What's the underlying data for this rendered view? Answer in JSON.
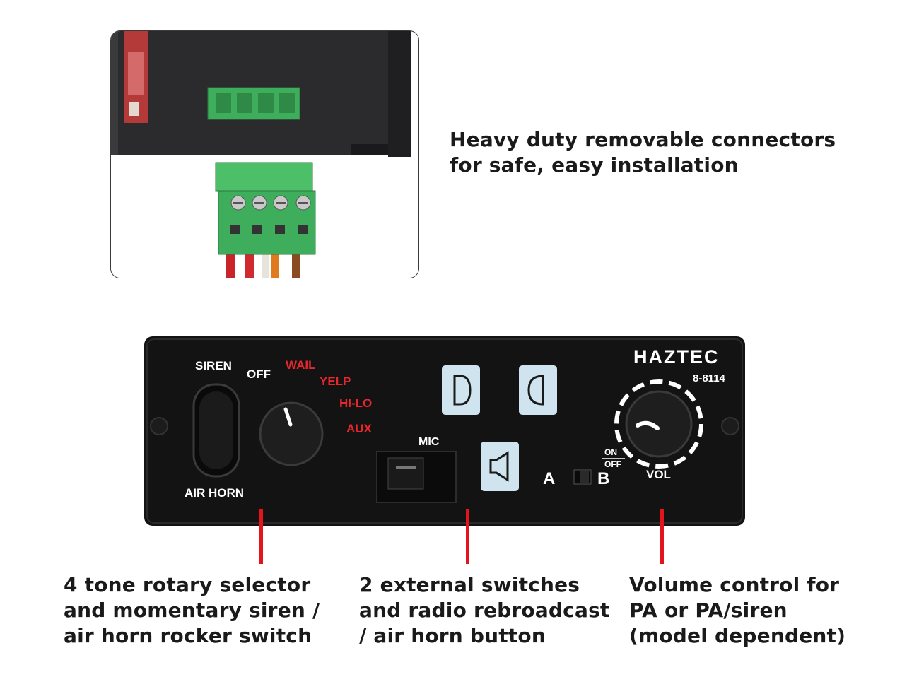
{
  "connector_callout": {
    "lines": [
      "Heavy duty removable connectors",
      "for safe, easy installation"
    ]
  },
  "panel": {
    "brand": "HAZTEC",
    "model": "8-8114",
    "siren_label": "SIREN",
    "air_horn_label": "AIR HORN",
    "off_label": "OFF",
    "tones": [
      "WAIL",
      "YELP",
      "HI-LO",
      "AUX"
    ],
    "mic_label": "MIC",
    "switch_a": "A",
    "switch_b": "B",
    "on_label": "ON",
    "off_small_label": "OFF",
    "vol_label": "VOL"
  },
  "callouts": [
    {
      "lines": [
        "4 tone rotary selector",
        "and momentary siren /",
        "air horn rocker switch"
      ]
    },
    {
      "lines": [
        "2 external switches",
        "and radio rebroadcast",
        "/ air horn button"
      ]
    },
    {
      "lines": [
        "Volume control for",
        "PA or PA/siren",
        "(model dependent)"
      ]
    }
  ],
  "colors": {
    "leader": "#e3141b",
    "tone_text": "#e8262b",
    "connector_green": "#3fae5c",
    "panel_black": "#131313"
  }
}
